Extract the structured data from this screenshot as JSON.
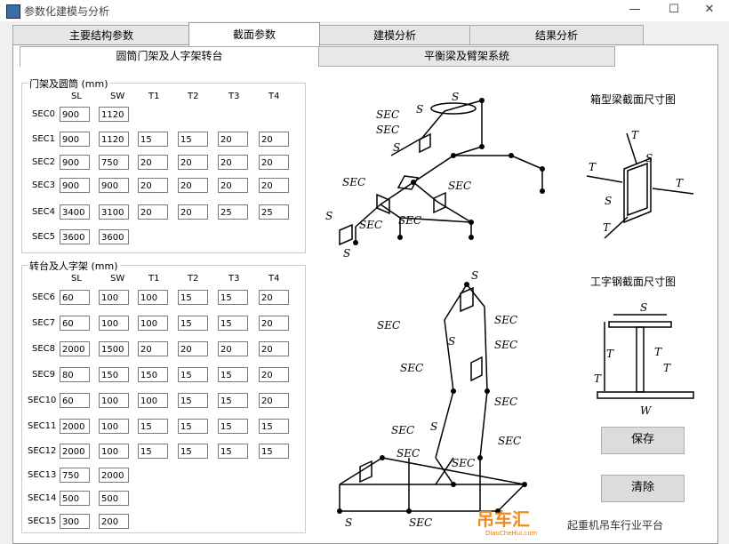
{
  "window": {
    "title": "参数化建模与分析",
    "minimize": "—",
    "maximize": "☐",
    "close": "✕"
  },
  "tabs": [
    "主要结构参数",
    "截面参数",
    "建模分析",
    "结果分析"
  ],
  "subtabs": [
    "圆筒门架及人字架转台",
    "平衡梁及臂架系统"
  ],
  "group1": {
    "title": "门架及圆筒 (mm)",
    "headers": [
      "SL",
      "SW",
      "T1",
      "T2",
      "T3",
      "T4"
    ],
    "rows": [
      {
        "label": "SEC0",
        "values": [
          "900",
          "1120"
        ]
      },
      {
        "label": "SEC1",
        "values": [
          "900",
          "1120",
          "15",
          "15",
          "20",
          "20"
        ]
      },
      {
        "label": "SEC2",
        "values": [
          "900",
          "750",
          "20",
          "20",
          "20",
          "20"
        ]
      },
      {
        "label": "SEC3",
        "values": [
          "900",
          "900",
          "20",
          "20",
          "20",
          "20"
        ]
      },
      {
        "label": "SEC4",
        "values": [
          "3400",
          "3100",
          "20",
          "20",
          "25",
          "25"
        ]
      },
      {
        "label": "SEC5",
        "values": [
          "3600",
          "3600"
        ]
      }
    ]
  },
  "group2": {
    "title": "转台及人字架 (mm)",
    "headers": [
      "SL",
      "SW",
      "T1",
      "T2",
      "T3",
      "T4"
    ],
    "rows": [
      {
        "label": "SEC6",
        "values": [
          "60",
          "100",
          "100",
          "15",
          "15",
          "20"
        ]
      },
      {
        "label": "SEC7",
        "values": [
          "60",
          "100",
          "100",
          "15",
          "15",
          "20"
        ]
      },
      {
        "label": "SEC8",
        "values": [
          "2000",
          "1500",
          "20",
          "20",
          "20",
          "20"
        ]
      },
      {
        "label": "SEC9",
        "values": [
          "80",
          "150",
          "150",
          "15",
          "15",
          "20"
        ]
      },
      {
        "label": "SEC10",
        "values": [
          "60",
          "100",
          "100",
          "15",
          "15",
          "20"
        ]
      },
      {
        "label": "SEC11",
        "values": [
          "2000",
          "100",
          "15",
          "15",
          "15",
          "15"
        ]
      },
      {
        "label": "SEC12",
        "values": [
          "2000",
          "100",
          "15",
          "15",
          "15",
          "15"
        ]
      },
      {
        "label": "SEC13",
        "values": [
          "750",
          "2000"
        ]
      },
      {
        "label": "SEC14",
        "values": [
          "500",
          "500"
        ]
      },
      {
        "label": "SEC15",
        "values": [
          "300",
          "200"
        ]
      }
    ]
  },
  "figures": {
    "box_title": "箱型梁截面尺寸图",
    "i_title": "工字钢截面尺寸图"
  },
  "buttons": {
    "save": "保存",
    "clear": "清除"
  },
  "watermark": {
    "brand": "吊车汇",
    "site": "DiaoCheHui.com",
    "slogan": "起重机吊车行业平台"
  }
}
